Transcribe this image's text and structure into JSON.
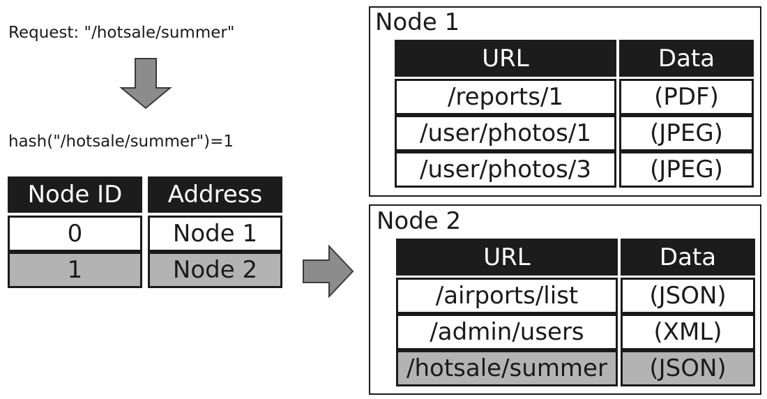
{
  "request": {
    "text": "Request: \"/hotsale/summer\""
  },
  "hash": {
    "text": "hash(\"/hotsale/summer\")=1"
  },
  "lookup_table": {
    "headers": [
      "Node ID",
      "Address"
    ],
    "rows": [
      {
        "id": "0",
        "address": "Node 1",
        "highlighted": false
      },
      {
        "id": "1",
        "address": "Node 2",
        "highlighted": true
      }
    ]
  },
  "nodes": [
    {
      "title": "Node 1",
      "headers": [
        "URL",
        "Data"
      ],
      "rows": [
        {
          "url": "/reports/1",
          "data": "(PDF)",
          "highlighted": false
        },
        {
          "url": "/user/photos/1",
          "data": "(JPEG)",
          "highlighted": false
        },
        {
          "url": "/user/photos/3",
          "data": "(JPEG)",
          "highlighted": false
        }
      ]
    },
    {
      "title": "Node 2",
      "headers": [
        "URL",
        "Data"
      ],
      "rows": [
        {
          "url": "/airports/list",
          "data": "(JSON)",
          "highlighted": false
        },
        {
          "url": "/admin/users",
          "data": "(XML)",
          "highlighted": false
        },
        {
          "url": "/hotsale/summer",
          "data": "(JSON)",
          "highlighted": true
        }
      ]
    }
  ],
  "colors": {
    "header_bg": "#1c1c1c",
    "highlight": "#b3b3b3",
    "arrow": "#8c8c8c"
  }
}
